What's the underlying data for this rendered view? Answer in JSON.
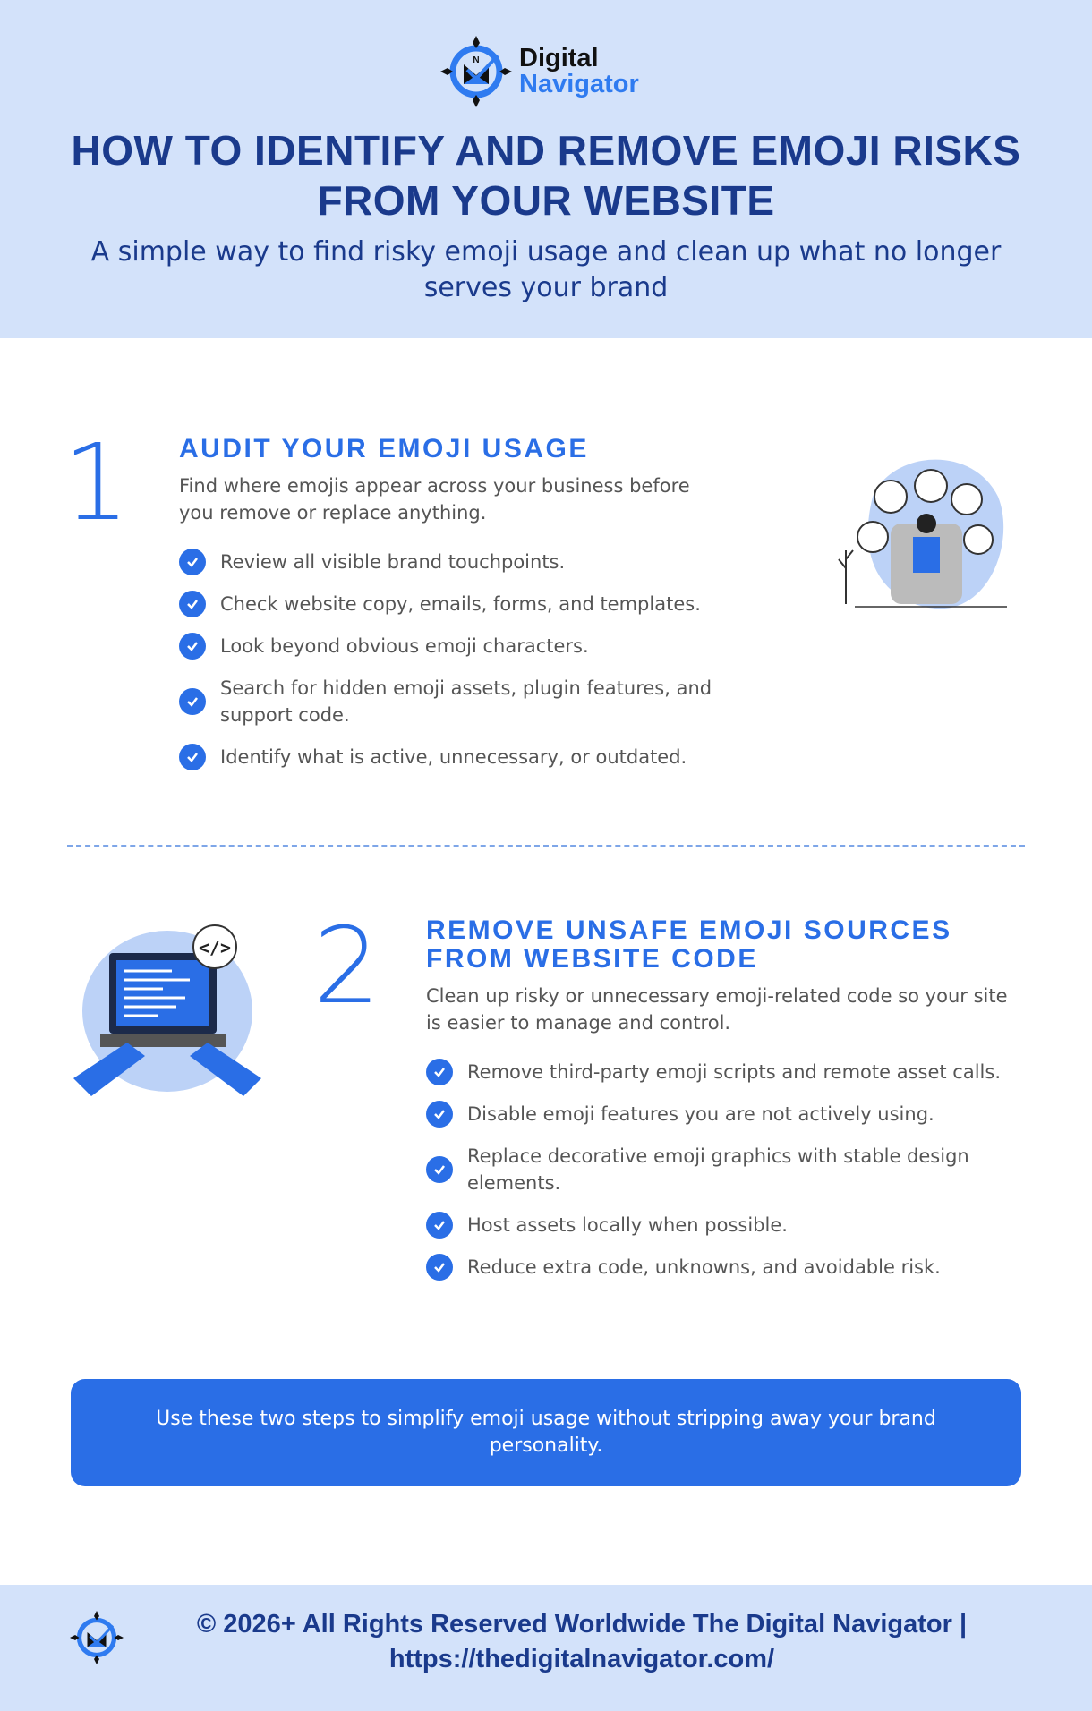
{
  "brand": {
    "line1": "Digital",
    "line2": "Navigator",
    "compass_letter": "N"
  },
  "header": {
    "title": "HOW TO IDENTIFY AND REMOVE EMOJI RISKS FROM YOUR WEBSITE",
    "subtitle": "A simple way to find risky emoji usage and clean up what no longer serves your brand"
  },
  "steps": [
    {
      "number": "1",
      "heading": "AUDIT YOUR EMOJI USAGE",
      "description": "Find where emojis appear across your business before you remove or replace anything.",
      "bullets": [
        "Review all visible brand touchpoints.",
        "Check website copy, emails, forms, and templates.",
        "Look beyond obvious emoji characters.",
        "Search for hidden emoji assets, plugin features, and support code.",
        "Identify what is active, unnecessary, or outdated."
      ]
    },
    {
      "number": "2",
      "heading": "REMOVE UNSAFE EMOJI SOURCES FROM WEBSITE CODE",
      "description": "Clean up risky or unnecessary emoji-related code so your site is easier to manage and control.",
      "bullets": [
        "Remove third-party emoji scripts and remote asset calls.",
        "Disable emoji features you are not actively using.",
        "Replace decorative emoji graphics with stable design elements.",
        "Host assets locally when possible.",
        "Reduce extra code, unknowns, and avoidable risk."
      ]
    }
  ],
  "illustration2": {
    "code_badge": "</>"
  },
  "cta": {
    "text": "Use these two steps to simplify emoji usage without stripping away your brand personality."
  },
  "footer": {
    "copyright": "© 2026+ All Rights Reserved Worldwide The Digital Navigator |",
    "url": "https://thedigitalnavigator.com/"
  },
  "colors": {
    "accent": "#2a6ee6",
    "navy": "#1a3a8c",
    "header_bg": "#d3e2fa"
  }
}
